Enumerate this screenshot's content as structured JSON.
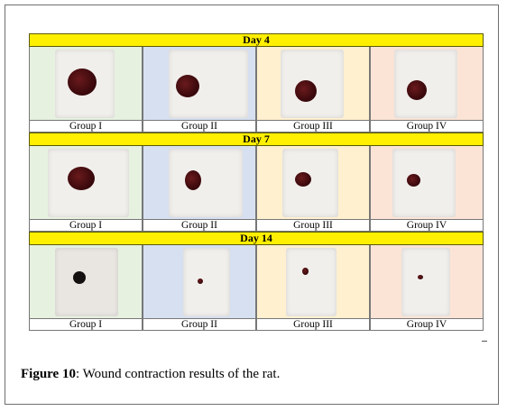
{
  "figure": {
    "caption_label": "Figure 10",
    "caption_text": ": Wound contraction results of the rat."
  },
  "days": [
    {
      "label": "Day 4",
      "groups": [
        "Group I",
        "Group II",
        "Group III",
        "Group IV"
      ]
    },
    {
      "label": "Day 7",
      "groups": [
        "Group I",
        "Group II",
        "Group III",
        "Group IV"
      ]
    },
    {
      "label": "Day 14",
      "groups": [
        "Group I",
        "Group II",
        "Group III",
        "Group IV"
      ]
    }
  ],
  "colors": {
    "day_band": "#ffef00",
    "group_I_bg": "#e6f1df",
    "group_II_bg": "#d6e0f0",
    "group_III_bg": "#fff0cf",
    "group_IV_bg": "#fbe4d6"
  }
}
